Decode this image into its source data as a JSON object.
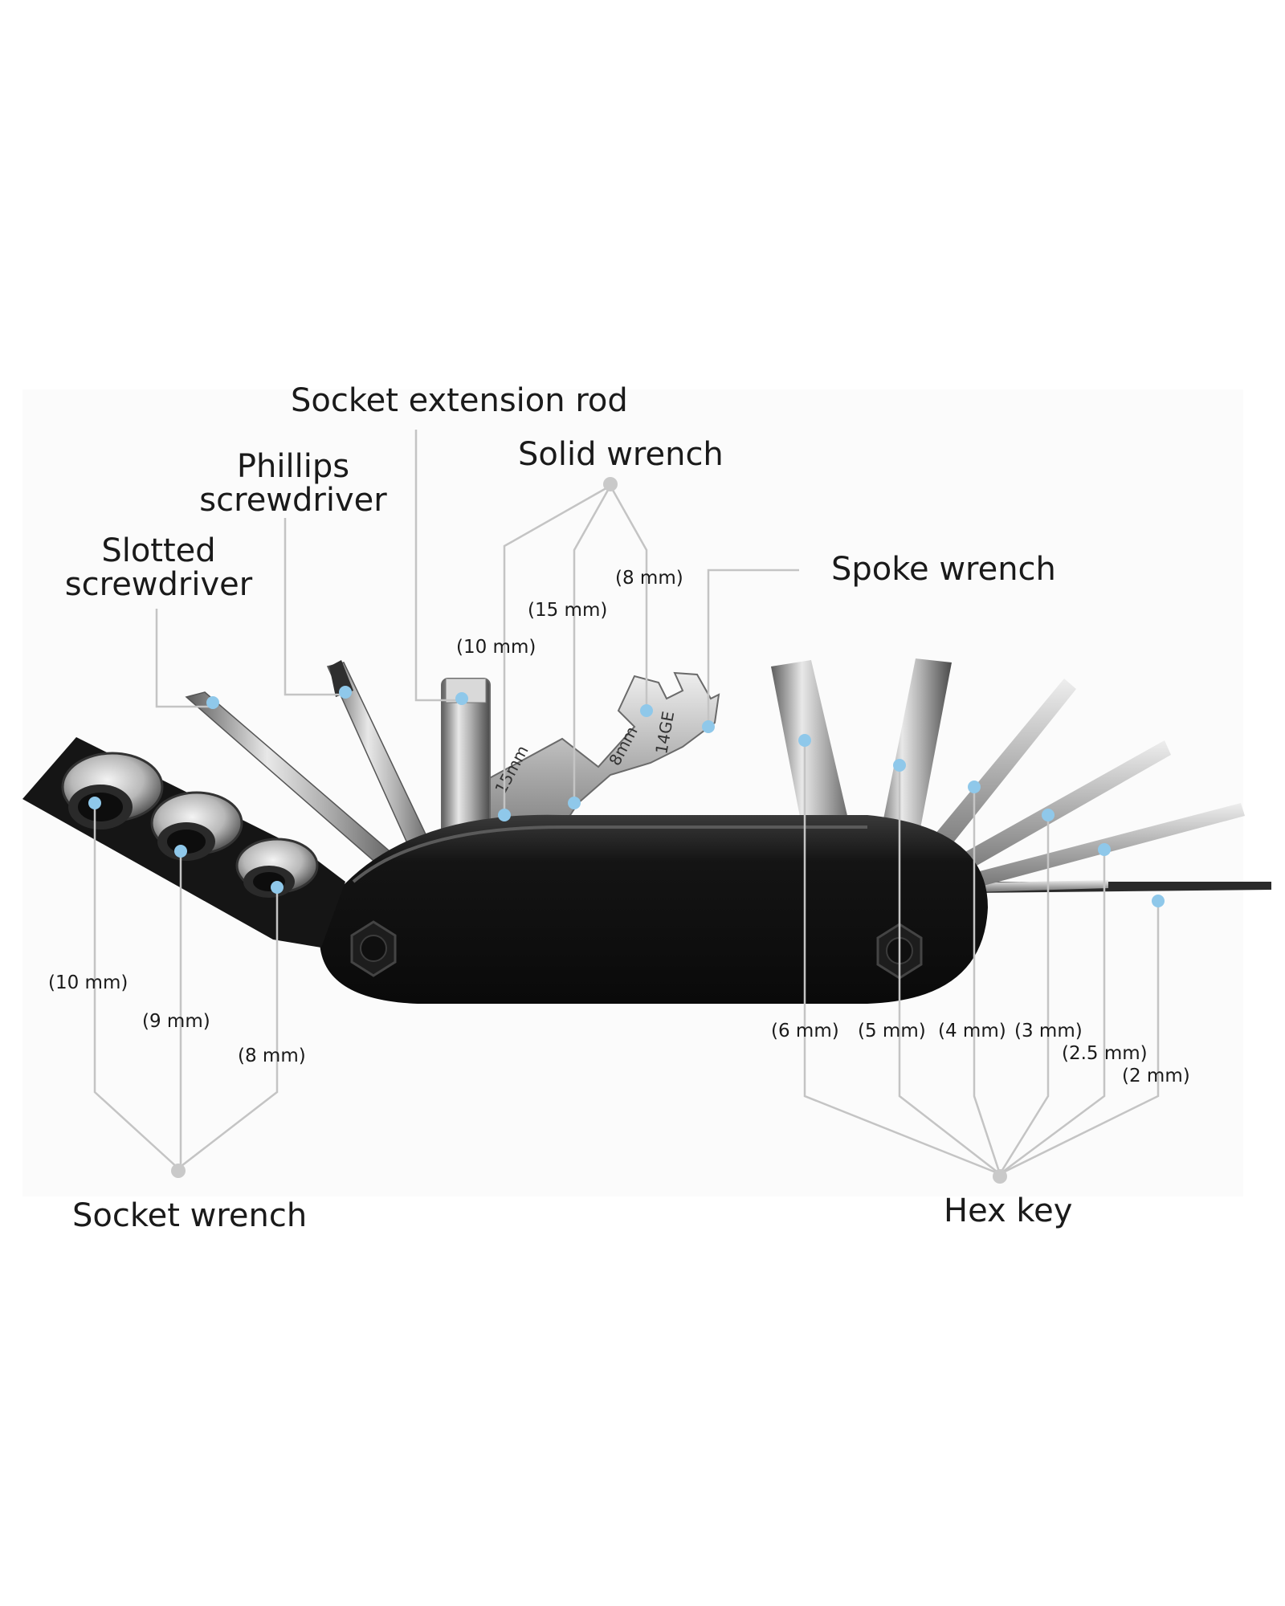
{
  "colors": {
    "callout_line": "#c4c4c4",
    "marker_dot": "#8fc8ea",
    "hub_dot": "#c9c9c9",
    "tool_body": "#121212",
    "steel_light": "#e6e6e6",
    "steel_mid": "#a8a8a8",
    "steel_dark": "#5c5c5c"
  },
  "labels": {
    "socket_extension_rod": "Socket extension rod",
    "phillips_screwdriver_line1": "Phillips",
    "phillips_screwdriver_line2": "screwdriver",
    "slotted_screwdriver_line1": "Slotted",
    "slotted_screwdriver_line2": "screwdriver",
    "solid_wrench": "Solid wrench",
    "spoke_wrench": "Spoke wrench",
    "socket_wrench": "Socket wrench",
    "hex_key": "Hex key"
  },
  "sizes": {
    "solid_wrench": [
      "(8 mm)",
      "(15 mm)",
      "(10 mm)"
    ],
    "socket_wrench": [
      "(10 mm)",
      "(9 mm)",
      "(8 mm)"
    ],
    "hex_key": [
      "(6 mm)",
      "(5 mm)",
      "(4 mm)",
      "(3 mm)",
      "(2.5 mm)",
      "(2 mm)"
    ]
  },
  "engravings": {
    "wrench_a": "15mm",
    "wrench_b": "8mm",
    "wrench_c": "14GE"
  }
}
